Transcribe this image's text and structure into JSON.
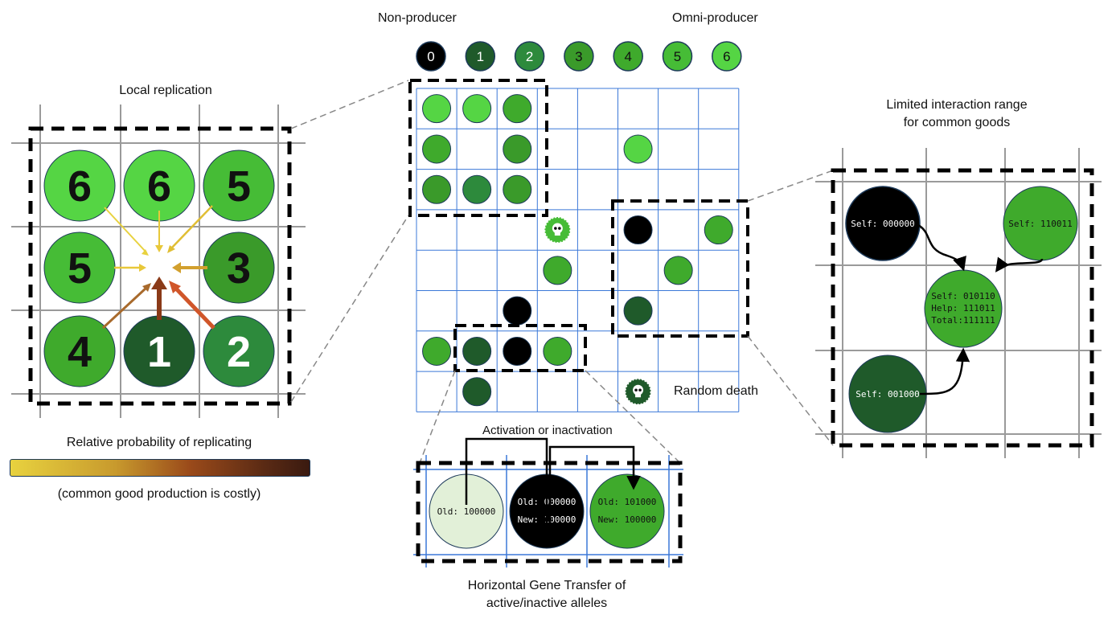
{
  "header": {
    "non_producer": "Non-producer",
    "omni_producer": "Omni-producer",
    "legend": [
      "0",
      "1",
      "2",
      "3",
      "4",
      "5",
      "6"
    ]
  },
  "colors": {
    "levels": [
      "#000000",
      "#1f5a2a",
      "#2d8a3c",
      "#3a9a2a",
      "#3faa2c",
      "#46bc36",
      "#55d544"
    ],
    "pale": "#e2f0d8",
    "grid_blue": "#3b78d8",
    "grid_gray": "#9a9a9a"
  },
  "local": {
    "title": "Local replication",
    "cells": [
      {
        "level": 6,
        "label": "6"
      },
      {
        "level": 6,
        "label": "6"
      },
      {
        "level": 5,
        "label": "5"
      },
      {
        "level": 5,
        "label": "5"
      },
      {
        "level": null,
        "label": ""
      },
      {
        "level": 3,
        "label": "3"
      },
      {
        "level": 4,
        "label": "4"
      },
      {
        "level": 1,
        "label": "1"
      },
      {
        "level": 2,
        "label": "2"
      }
    ]
  },
  "probability": {
    "title": "Relative probability of replicating",
    "note": "(common good production is costly)"
  },
  "interaction": {
    "title_line1": "Limited interaction range",
    "title_line2": "for common goods",
    "cells": {
      "top_left": "Self: 000000",
      "top_right": "Self: 110011",
      "center": [
        "Self: 010110",
        "Help: 111011",
        "Total:111111"
      ],
      "bottom_left": "Self: 001000"
    }
  },
  "random_death": "Random death",
  "hgt": {
    "activation_label": "Activation or  inactivation",
    "cells": [
      {
        "lines": [
          "Old: 100000"
        ]
      },
      {
        "lines": [
          "Old: 000000",
          "New: 100000"
        ]
      },
      {
        "lines": [
          "Old: 101000",
          "New: 100000"
        ]
      }
    ],
    "title_line1": "Horizontal Gene Transfer of",
    "title_line2": "active/inactive alleles"
  },
  "main_grid": {
    "cells": [
      {
        "row": 0,
        "col": 0,
        "level": 6
      },
      {
        "row": 0,
        "col": 1,
        "level": 6
      },
      {
        "row": 0,
        "col": 2,
        "level": 4
      },
      {
        "row": 1,
        "col": 0,
        "level": 4
      },
      {
        "row": 1,
        "col": 2,
        "level": 3
      },
      {
        "row": 1,
        "col": 5,
        "level": 6
      },
      {
        "row": 2,
        "col": 0,
        "level": 3
      },
      {
        "row": 2,
        "col": 1,
        "level": 2
      },
      {
        "row": 2,
        "col": 2,
        "level": 3
      },
      {
        "row": 3,
        "col": 5,
        "level": 0
      },
      {
        "row": 3,
        "col": 7,
        "level": 4
      },
      {
        "row": 4,
        "col": 3,
        "level": 4
      },
      {
        "row": 4,
        "col": 6,
        "level": 4
      },
      {
        "row": 5,
        "col": 2,
        "level": 0
      },
      {
        "row": 5,
        "col": 5,
        "level": 1
      },
      {
        "row": 6,
        "col": 0,
        "level": 4
      },
      {
        "row": 6,
        "col": 1,
        "level": 1
      },
      {
        "row": 6,
        "col": 2,
        "level": 0
      },
      {
        "row": 6,
        "col": 3,
        "level": 4
      },
      {
        "row": 7,
        "col": 1,
        "level": 1
      }
    ],
    "deaths": [
      {
        "row": 3,
        "col": 3,
        "level": 5
      },
      {
        "row": 7,
        "col": 5,
        "level": 1
      }
    ]
  }
}
